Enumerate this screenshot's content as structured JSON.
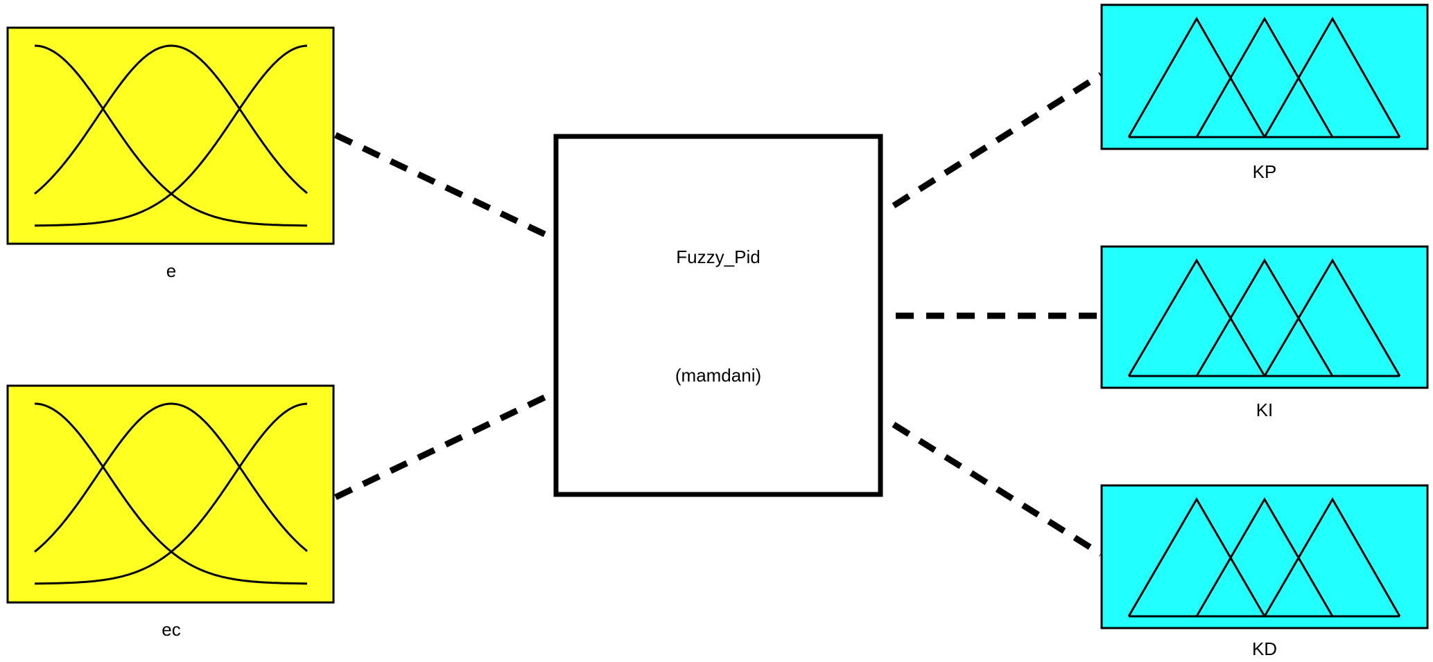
{
  "system": {
    "name": "Fuzzy_Pid",
    "type": "(mamdani)"
  },
  "inputs": [
    {
      "name": "e",
      "mf_shape": "gaussian",
      "mf_count": 3
    },
    {
      "name": "ec",
      "mf_shape": "gaussian",
      "mf_count": 3
    }
  ],
  "outputs": [
    {
      "name": "KP",
      "mf_shape": "triangular",
      "mf_count": 3
    },
    {
      "name": "KI",
      "mf_shape": "triangular",
      "mf_count": 3
    },
    {
      "name": "KD",
      "mf_shape": "triangular",
      "mf_count": 3
    }
  ],
  "colors": {
    "input_fill": "#ffff22",
    "output_fill": "#22ffff",
    "stroke": "#000000"
  }
}
